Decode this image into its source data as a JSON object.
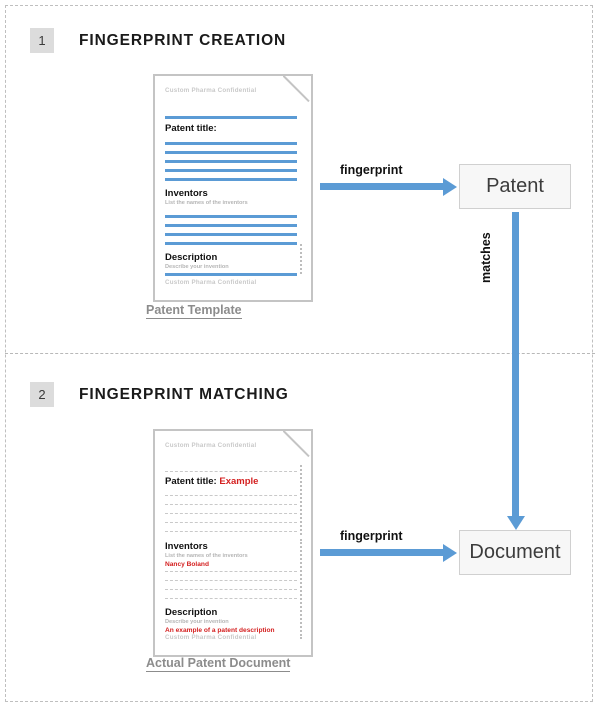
{
  "diagram": {
    "sections": [
      {
        "number": "1",
        "title": "FINGERPRINT CREATION"
      },
      {
        "number": "2",
        "title": "FINGERPRINT MATCHING"
      }
    ],
    "colors": {
      "accent_blue": "#5b9bd5",
      "highlight_red": "#d42020",
      "doc_border_gray": "#c4c4c4",
      "caption_gray": "#8c8c8c",
      "badge_gray": "#dcdcdc",
      "box_fill": "#f7f7f7"
    },
    "documents": [
      {
        "caption": "Patent Template",
        "watermark_top": "Custom Pharma Confidential",
        "watermark_bottom": "Custom Pharma Confidential",
        "fields": [
          {
            "heading": "Patent title:",
            "value": "",
            "subtitle": ""
          },
          {
            "heading": "Inventors",
            "value": "",
            "subtitle": "List the names of the inventors"
          },
          {
            "heading": "Description",
            "value": "",
            "subtitle": "Describe your invention"
          }
        ]
      },
      {
        "caption": "Actual Patent Document",
        "watermark_top": "Custom Pharma Confidential",
        "watermark_bottom": "Custom Pharma Confidential",
        "fields": [
          {
            "heading": "Patent title:",
            "value": "Example",
            "subtitle": ""
          },
          {
            "heading": "Inventors",
            "value": "Nancy Boland",
            "subtitle": "List the names of the inventors"
          },
          {
            "heading": "Description",
            "value": "An example of a patent description",
            "subtitle": "Describe your invention"
          }
        ]
      }
    ],
    "boxes": [
      {
        "label": "Patent"
      },
      {
        "label": "Document"
      }
    ],
    "arrow_labels": {
      "fingerprint_top": "fingerprint",
      "fingerprint_bottom": "fingerprint",
      "matches": "matches"
    }
  }
}
